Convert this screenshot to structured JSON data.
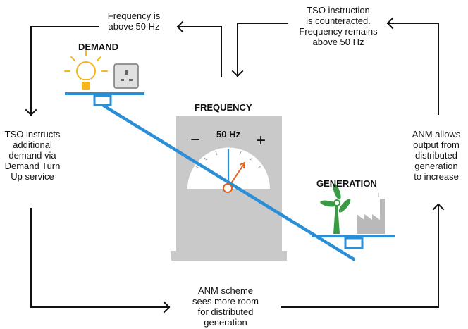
{
  "labels": {
    "demand": "DEMAND",
    "generation": "GENERATION",
    "frequency": "FREQUENCY",
    "dial_value": "50 Hz",
    "minus": "−",
    "plus": "+"
  },
  "steps": {
    "top_left": "Frequency is\nabove 50 Hz",
    "top_right": "TSO instruction\nis counteracted.\nFrequency remains\nabove 50 Hz",
    "left": "TSO instructs\nadditional\ndemand via\nDemand Turn\nUp service",
    "right": "ANM allows\noutput from\ndistributed\ngeneration\nto increase",
    "bottom": "ANM scheme\nsees more room\nfor distributed\ngeneration"
  },
  "icons": [
    "light-bulb-icon",
    "power-socket-icon",
    "wind-turbine-icon",
    "factory-icon"
  ],
  "colors": {
    "beam": "#2b8fd7",
    "needle_reference": "#2b8fd7",
    "needle": "#e0621c",
    "meter": "#c9c9c9",
    "bulb": "#f4b51e",
    "turbine": "#3a9b45",
    "factory": "#b9b9b9",
    "arrows": "#111111"
  }
}
